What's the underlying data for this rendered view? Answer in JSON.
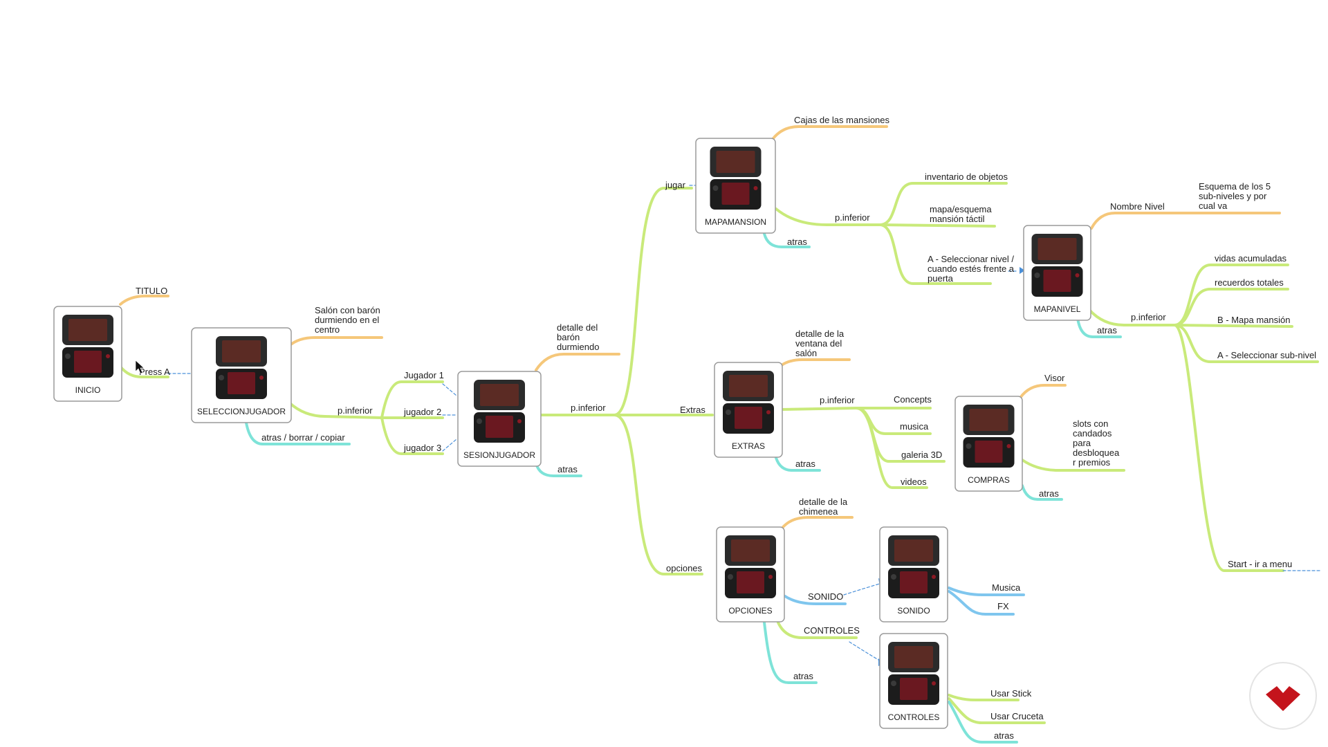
{
  "colors": {
    "green": "#c9ea7a",
    "orange": "#f5c77a",
    "cyan": "#7ee3d8",
    "blue": "#7fc6ee",
    "dash": "#4a90d9",
    "logo": "#c4141c"
  },
  "nodes": {
    "inicio": "INICIO",
    "seleccionjugador": "SELECCIONJUGADOR",
    "sesionjugador": "SESIONJUGADOR",
    "mapamansion": "MAPAMANSION",
    "mapanivel": "MAPANIVEL",
    "extras": "EXTRAS",
    "compras": "COMPRAS",
    "opciones": "OPCIONES",
    "sonido": "SONIDO",
    "controles": "CONTROLES"
  },
  "labels": {
    "titulo": "TITULO",
    "press_a": "Press A",
    "salon": [
      "Salón con barón",
      "durmiendo en el",
      "centro"
    ],
    "p_inferior": "p.inferior",
    "atras_borrar": "atras / borrar / copiar",
    "jugador1": "Jugador 1",
    "jugador2": "jugador 2",
    "jugador3": "jugador 3",
    "detalle_baron": [
      "detalle del",
      "barón",
      "durmiendo"
    ],
    "atras": "atras",
    "jugar": "jugar",
    "extras": "Extras",
    "opciones": "opciones",
    "cajas": "Cajas de las mansiones",
    "inventario": "inventario de objetos",
    "mapa_esquema": [
      "mapa/esquema",
      "mansión táctil"
    ],
    "a_seleccionar": [
      "A - Seleccionar nivel /",
      "cuando estés frente a",
      "puerta"
    ],
    "nombre_nivel": "Nombre Nivel",
    "esquema": [
      "Esquema de los 5",
      "sub-niveles y por",
      "cual va"
    ],
    "vidas": "vidas acumuladas",
    "recuerdos": "recuerdos totales",
    "b_mapa": "B - Mapa mansión",
    "a_sub": "A - Seleccionar sub-nivel",
    "start": "Start - ir a menu",
    "detalle_ventana": [
      "detalle de la",
      "ventana del",
      "salón"
    ],
    "concepts": "Concepts",
    "musica": "musica",
    "galeria": "galeria 3D",
    "videos": "videos",
    "visor": "Visor",
    "slots": [
      "slots con",
      "candados",
      "para",
      "desbloquea",
      "r premios"
    ],
    "detalle_chimenea": [
      "detalle de la",
      "chimenea"
    ],
    "sonido": "SONIDO",
    "controles": "CONTROLES",
    "musica2": "Musica",
    "fx": "FX",
    "usar_stick": "Usar Stick",
    "usar_cruceta": "Usar Cruceta"
  },
  "icons": {
    "cursor": "cursor-arrow-icon",
    "logo": "logo-mark-icon"
  }
}
